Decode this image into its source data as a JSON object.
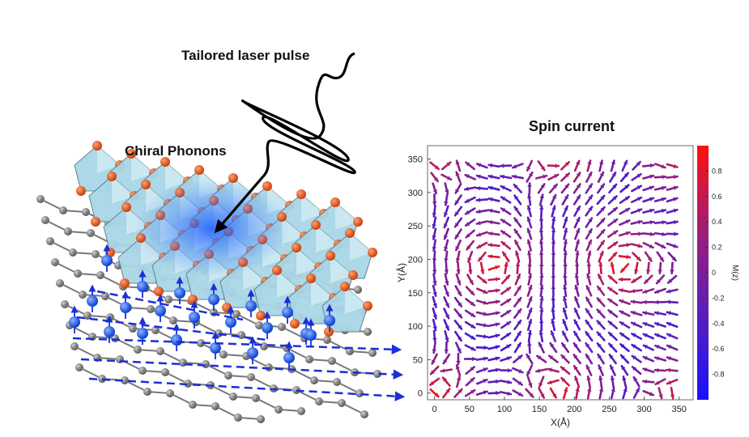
{
  "illustration": {
    "laser_label": "Tailored laser pulse",
    "phonon_label": "Chiral Phonons"
  },
  "chart_data": {
    "type": "vector_field",
    "title": "Spin current",
    "xlabel": "X(Å)",
    "ylabel": "Y(Å)",
    "colorbar_label": "M(z)",
    "xlim": [
      -10,
      370
    ],
    "ylim": [
      -10,
      370
    ],
    "xticks": [
      "0",
      "50",
      "100",
      "150",
      "200",
      "250",
      "300",
      "350"
    ],
    "yticks": [
      "0",
      "50",
      "100",
      "150",
      "200",
      "250",
      "300",
      "350"
    ],
    "colorbar_range": [
      -1,
      1
    ],
    "colorbar_ticks": [
      "0.8",
      "0.6",
      "0.4",
      "0.2",
      "0",
      "-0.2",
      "-0.4",
      "-0.6",
      "-0.8"
    ],
    "vortex_centers": [
      [
        85,
        190
      ],
      [
        265,
        190
      ]
    ],
    "grid_extent": [
      0,
      340
    ],
    "colormap": [
      "#1a10ff",
      "#5b1fb8",
      "#9a1f7a",
      "#ff1010"
    ]
  }
}
